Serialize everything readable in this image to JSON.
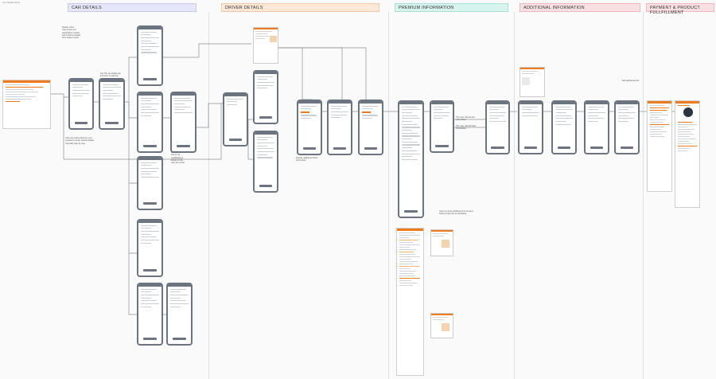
{
  "canvas_label": "Car Details Flow",
  "sections": [
    {
      "label": "CAR DETAILS"
    },
    {
      "label": "DRIVER DETAILS"
    },
    {
      "label": "PREMIUM INFORMATION"
    },
    {
      "label": "ADDITIONAL INFORMATION"
    },
    {
      "label": "PAYMENT & PRODUCT FULLFILLMENT"
    }
  ],
  "notes": {
    "car_intro": "Design notes\nUser enters car\nregistration number\nand confirms details\nfrom lookup result",
    "car_branch": "If the car lookup fails the user\nis asked to enter vehicle details\nmanually step by step",
    "car_mid": "Tap 'My car details are\nincorrect' to edit the\nvehicle information",
    "car_right": "Questions\nList of car\nmodifications\nshown to the\nuser for review",
    "premium_mid": "Users to show additional info screens\nbefore final price is calculated",
    "premium_link1": "The user will edit the information",
    "premium_link2": "The user will edit their information",
    "add_info_right": "Edit additional info",
    "driver_bottom": "Display additional driver information"
  },
  "colors": {
    "phone_frame": "#6b7480",
    "brand_orange": "#f07a1e",
    "connector": "#8a8f96"
  }
}
